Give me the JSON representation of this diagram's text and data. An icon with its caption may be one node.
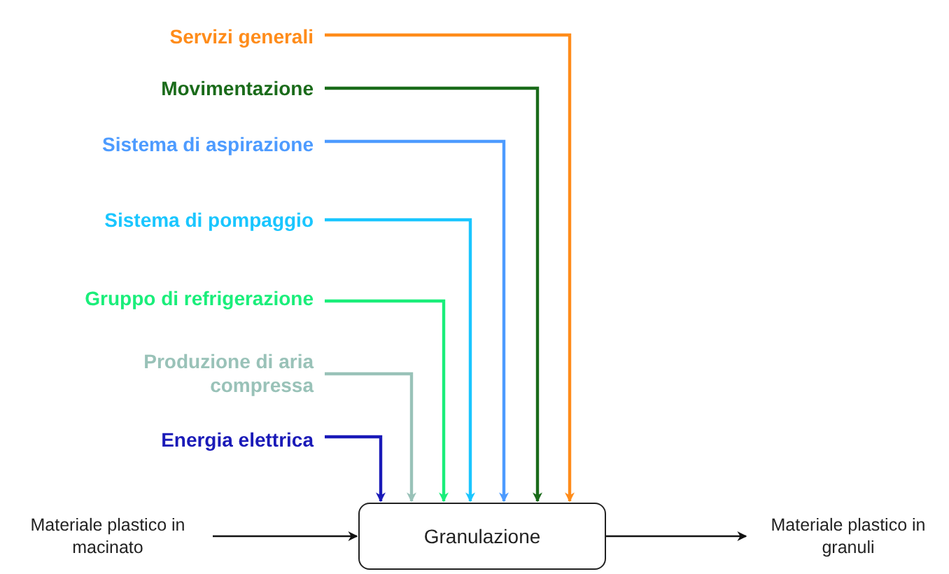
{
  "diagram": {
    "nodes": [
      {
        "text": [
          "Servizi generali"
        ]
      },
      {
        "text": [
          "Movimentazione"
        ]
      },
      {
        "text": [
          "Sistema di aspirazione"
        ]
      },
      {
        "text": [
          "Sistema di pompaggio"
        ]
      },
      {
        "text": [
          "Gruppo di refrigerazione"
        ]
      },
      {
        "text": [
          "Produzione di aria compressa"
        ]
      },
      {
        "text": [
          "Energia elettrica"
        ]
      },
      {
        "text": [
          "Granulazione"
        ]
      },
      {
        "text": [
          "Materiale plastico in macinato"
        ]
      },
      {
        "text": [
          "Materiale plastico in granuli"
        ]
      }
    ],
    "edges": [
      {
        "from": 0,
        "to": 7,
        "arrow": "to",
        "color": "#ff8c1a"
      },
      {
        "from": 1,
        "to": 7,
        "arrow": "to",
        "color": "#1a6b1a"
      },
      {
        "from": 2,
        "to": 7,
        "arrow": "to",
        "color": "#4d9bff"
      },
      {
        "from": 3,
        "to": 7,
        "arrow": "to",
        "color": "#1ac6ff"
      },
      {
        "from": 4,
        "to": 7,
        "arrow": "to",
        "color": "#1aee7a"
      },
      {
        "from": 5,
        "to": 7,
        "arrow": "to",
        "color": "#99c2b8"
      },
      {
        "from": 6,
        "to": 7,
        "arrow": "to",
        "color": "#1a1ab8"
      },
      {
        "from": 8,
        "to": 7,
        "arrow": "to"
      },
      {
        "from": 7,
        "to": 9,
        "arrow": "to"
      }
    ]
  }
}
